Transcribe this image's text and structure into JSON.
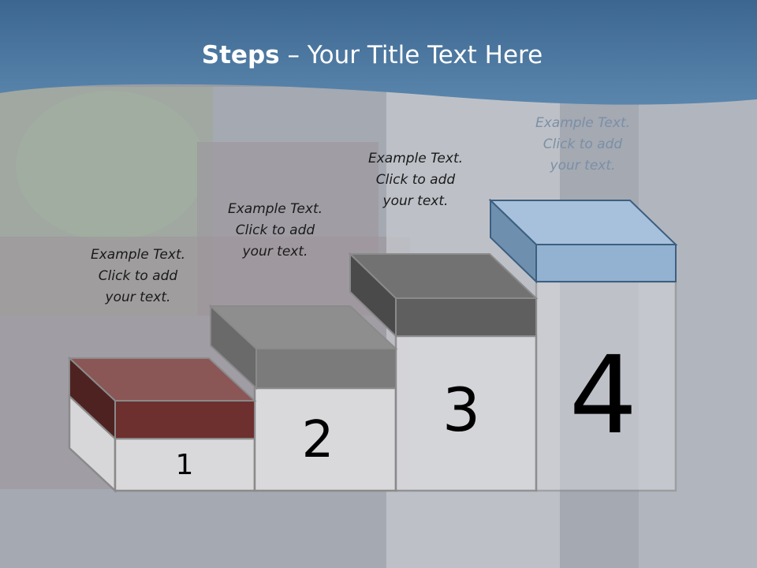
{
  "header": {
    "title_bold": "Steps",
    "title_rest": " – Your Title Text Here"
  },
  "steps": [
    {
      "number": "1",
      "text_line1": "Example Text.",
      "text_line2": "Click  to add",
      "text_line3": "your text.",
      "block_color": "#6b2e2e"
    },
    {
      "number": "2",
      "text_line1": "Example Text.",
      "text_line2": "Click  to add",
      "text_line3": "your text.",
      "block_color": "#7a7a7a"
    },
    {
      "number": "3",
      "text_line1": "Example Text.",
      "text_line2": "Click  to add",
      "text_line3": "your text.",
      "block_color": "#5f5f5f"
    },
    {
      "number": "4",
      "text_line1": "Example Text.",
      "text_line2": "Click  to add",
      "text_line3": "your text.",
      "block_color": "#9cb7d3"
    }
  ],
  "colors": {
    "header_band": "#4a7399",
    "background_overlay": "#b8bec6"
  }
}
